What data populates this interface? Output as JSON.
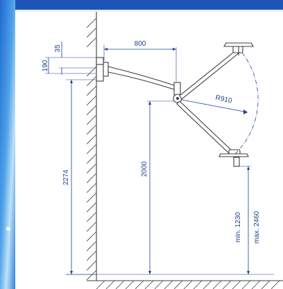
{
  "dimensions": {
    "wall_mount_height": "190",
    "bracket_thickness": "35",
    "arm_reach": "800",
    "mount_height": "2274",
    "pivot_height": "2000",
    "radius": "R910",
    "head_height_min": "min. 1230",
    "head_height_max": "max. 2460"
  },
  "colors": {
    "frame_blue": "#1c56b5",
    "dimension_blue": "#1a3f8f",
    "drawing_gray": "#3c3c3c"
  }
}
